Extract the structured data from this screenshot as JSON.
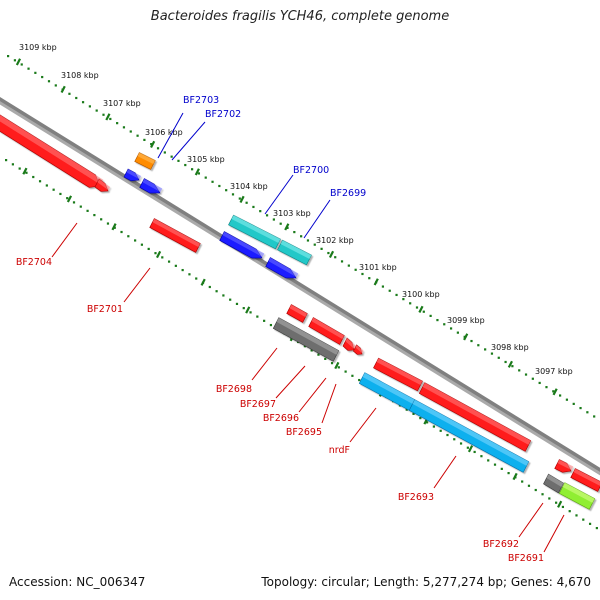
{
  "title": "Bacteroides fragilis YCH46, complete genome",
  "footer": {
    "accession": "Accession: NC_006347",
    "summary": "Topology: circular; Length: 5,277,274 bp; Genes: 4,670"
  },
  "scale_labels": [
    "3109 kbp",
    "3108 kbp",
    "3107 kbp",
    "3106 kbp",
    "3105 kbp",
    "3104 kbp",
    "3103 kbp",
    "3102 kbp",
    "3101 kbp",
    "3100 kbp",
    "3099 kbp",
    "3098 kbp",
    "3097 kbp"
  ],
  "colors": {
    "forward_label": "#0000cc",
    "reverse_label": "#cc0000",
    "backbone": "#808080",
    "scale_dots": "#1a7a1a",
    "red": "#ff1a1a",
    "blue": "#1a1aff",
    "orange": "#ff8c00",
    "cyan": "#20c8c8",
    "sky": "#10b0ee",
    "gray": "#6e6e6e",
    "lime": "#90ee30"
  },
  "genes": [
    {
      "name": "BF2703",
      "strand": "forward",
      "color": "orange"
    },
    {
      "name": "BF2702",
      "strand": "forward",
      "color": "blue"
    },
    {
      "name": "BF2700",
      "strand": "forward",
      "color": "cyan"
    },
    {
      "name": "BF2699",
      "strand": "forward",
      "color": "cyan"
    },
    {
      "name": "BF2704",
      "strand": "reverse",
      "color": "red"
    },
    {
      "name": "BF2701",
      "strand": "reverse",
      "color": "red"
    },
    {
      "name": "BF2698",
      "strand": "reverse",
      "color": "gray"
    },
    {
      "name": "BF2697",
      "strand": "reverse",
      "color": "red"
    },
    {
      "name": "BF2696",
      "strand": "reverse",
      "color": "red"
    },
    {
      "name": "BF2695",
      "strand": "reverse",
      "color": "red"
    },
    {
      "name": "nrdF",
      "strand": "reverse",
      "color": "red"
    },
    {
      "name": "BF2693",
      "strand": "reverse",
      "color": "sky"
    },
    {
      "name": "BF2692",
      "strand": "reverse",
      "color": "gray"
    },
    {
      "name": "BF2691",
      "strand": "reverse",
      "color": "lime"
    }
  ]
}
